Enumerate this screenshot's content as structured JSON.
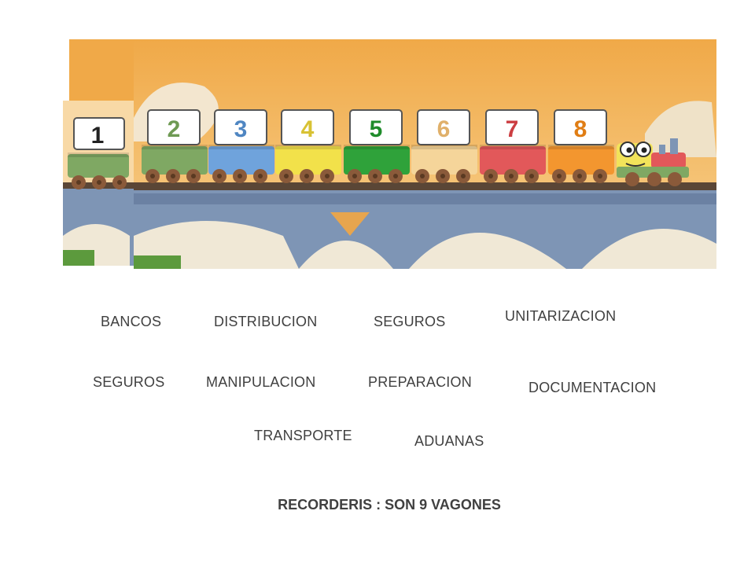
{
  "slide": {
    "wagons": [
      {
        "number": "1",
        "color": "#7fa863",
        "num_color": "#222222"
      },
      {
        "number": "2",
        "color": "#7fa863",
        "num_color": "#6e9a53"
      },
      {
        "number": "3",
        "color": "#6fa3dc",
        "num_color": "#4f86c2"
      },
      {
        "number": "4",
        "color": "#f2e14a",
        "num_color": "#d8c234"
      },
      {
        "number": "5",
        "color": "#2fa23a",
        "num_color": "#1f8c2b"
      },
      {
        "number": "6",
        "color": "#f5d59a",
        "num_color": "#e0b06a"
      },
      {
        "number": "7",
        "color": "#e2585a",
        "num_color": "#cc3e42"
      },
      {
        "number": "8",
        "color": "#f3962f",
        "num_color": "#e07d14"
      }
    ],
    "words": [
      {
        "id": "bancos",
        "text": "BANCOS"
      },
      {
        "id": "distribucion",
        "text": "DISTRIBUCION"
      },
      {
        "id": "seguros-1",
        "text": "SEGUROS"
      },
      {
        "id": "unitarizacion",
        "text": "UNITARIZACION"
      },
      {
        "id": "seguros-2",
        "text": "SEGUROS"
      },
      {
        "id": "manipulacion",
        "text": "MANIPULACION"
      },
      {
        "id": "preparacion",
        "text": "PREPARACION"
      },
      {
        "id": "documentacion",
        "text": "DOCUMENTACION"
      },
      {
        "id": "transporte",
        "text": "TRANSPORTE"
      },
      {
        "id": "aduanas",
        "text": "ADUANAS"
      }
    ],
    "footer": "RECORDERIS : SON 9  VAGONES"
  }
}
